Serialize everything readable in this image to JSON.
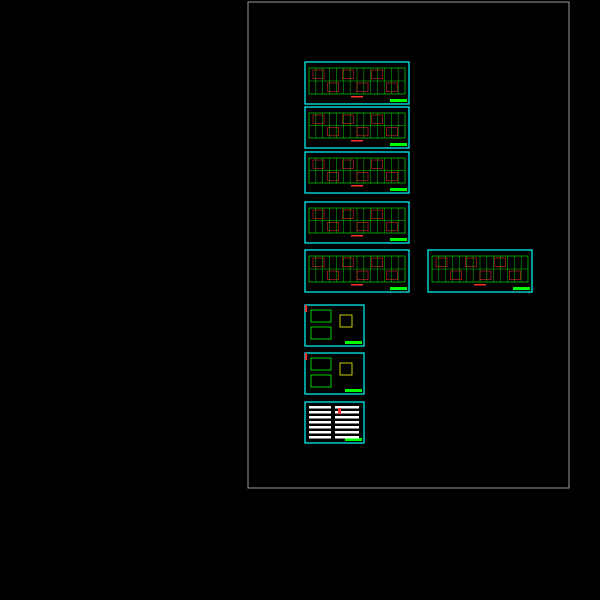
{
  "colors": {
    "background": "#000000",
    "boundary": "#9a9a9a",
    "sheet_border": "#00ffff",
    "linework": "#00ff00",
    "highlight": "#ff3030",
    "title_block": "#00ff00",
    "accent": "#ffff00",
    "text_block": "#ffffff"
  },
  "drawing": {
    "sheets": [
      {
        "id": "sheet-1",
        "kind": "floor-plan"
      },
      {
        "id": "sheet-2",
        "kind": "floor-plan"
      },
      {
        "id": "sheet-3",
        "kind": "floor-plan"
      },
      {
        "id": "sheet-4",
        "kind": "floor-plan"
      },
      {
        "id": "sheet-5",
        "kind": "floor-plan"
      },
      {
        "id": "sheet-6",
        "kind": "floor-plan"
      },
      {
        "id": "sheet-7",
        "kind": "detail"
      },
      {
        "id": "sheet-8",
        "kind": "detail"
      },
      {
        "id": "sheet-9",
        "kind": "notes"
      }
    ]
  }
}
